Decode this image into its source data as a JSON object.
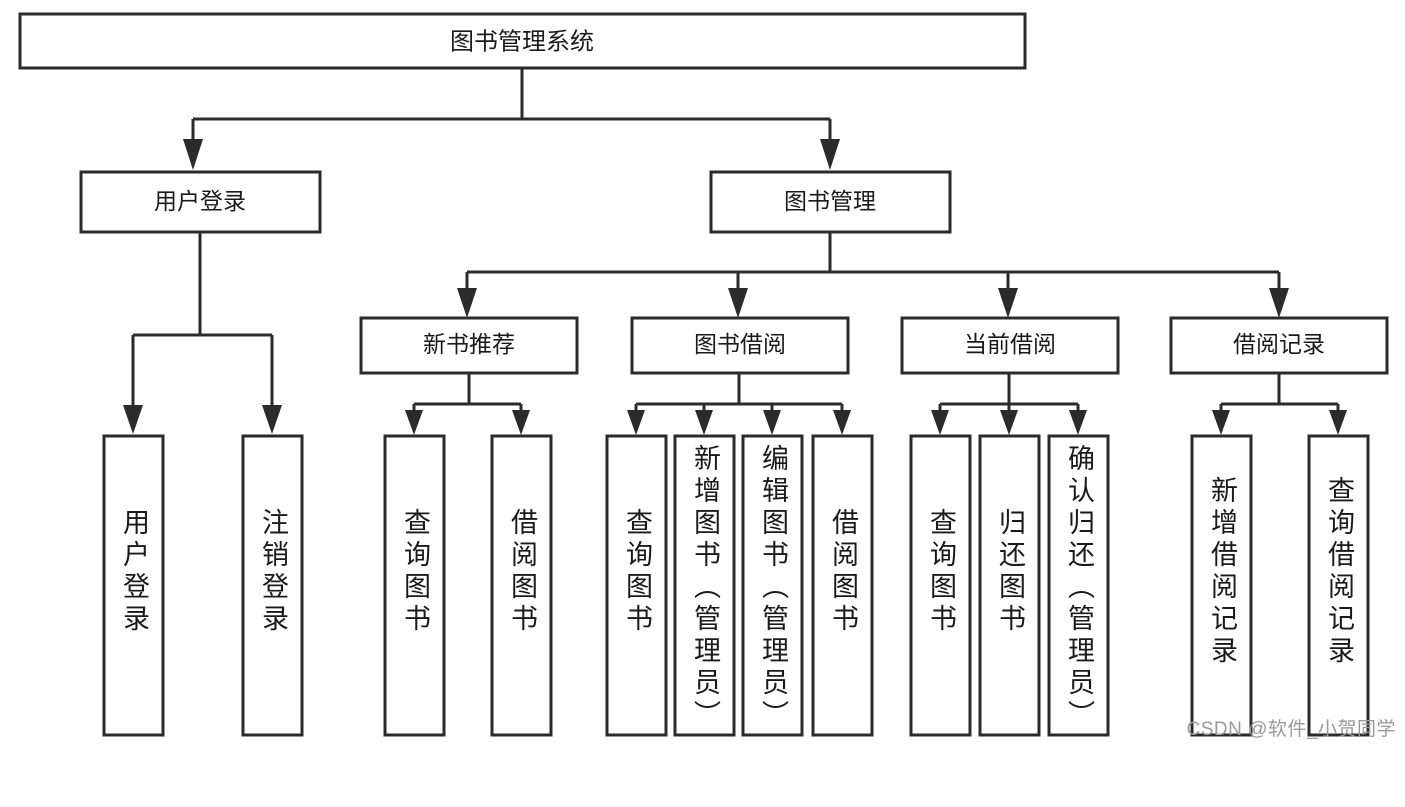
{
  "diagram": {
    "type": "tree",
    "title": "图书管理系统",
    "orientation": "top-down",
    "root": {
      "id": "root",
      "label": "图书管理系统"
    },
    "level2": [
      {
        "id": "user-login",
        "label": "用户登录"
      },
      {
        "id": "book-manage",
        "label": "图书管理"
      }
    ],
    "level3": [
      {
        "id": "new-book-rec",
        "label": "新书推荐"
      },
      {
        "id": "book-borrow",
        "label": "图书借阅"
      },
      {
        "id": "current-borrow",
        "label": "当前借阅"
      },
      {
        "id": "borrow-record",
        "label": "借阅记录"
      }
    ],
    "leaves": {
      "user_login": [
        {
          "id": "leaf-user-login",
          "label": "用户登录"
        },
        {
          "id": "leaf-logout",
          "label": "注销登录"
        }
      ],
      "new_book_rec": [
        {
          "id": "leaf-query-book-1",
          "label": "查询图书"
        },
        {
          "id": "leaf-borrow-book-1",
          "label": "借阅图书"
        }
      ],
      "book_borrow": [
        {
          "id": "leaf-query-book-2",
          "label": "查询图书"
        },
        {
          "id": "leaf-add-book",
          "label": "新增图书（管理员）"
        },
        {
          "id": "leaf-edit-book",
          "label": "编辑图书（管理员）"
        },
        {
          "id": "leaf-borrow-book-2",
          "label": "借阅图书"
        }
      ],
      "current_borrow": [
        {
          "id": "leaf-query-book-3",
          "label": "查询图书"
        },
        {
          "id": "leaf-return-book",
          "label": "归还图书"
        },
        {
          "id": "leaf-confirm-return",
          "label": "确认归还（管理员）"
        }
      ],
      "borrow_record": [
        {
          "id": "leaf-add-record",
          "label": "新增借阅记录"
        },
        {
          "id": "leaf-query-record",
          "label": "查询借阅记录"
        }
      ]
    },
    "watermark": "CSDN @软件_小贺同学",
    "colors": {
      "background": "#ffffff",
      "box_fill": "#ffffff",
      "box_stroke": "#2b2b2b",
      "connector": "#2b2b2b",
      "text": "#1a1a1a",
      "watermark": "#9a9a9a"
    }
  }
}
